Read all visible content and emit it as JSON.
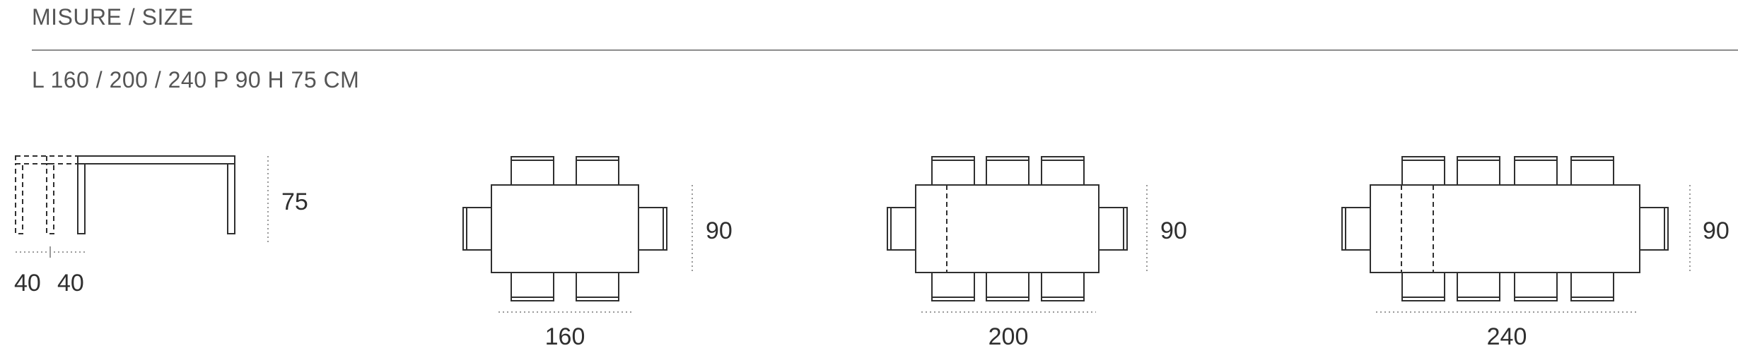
{
  "header": {
    "title": "MISURE / SIZE",
    "dimensions": "L 160 / 200 / 240 P 90 H 75 CM"
  },
  "side_view": {
    "height_label": "75",
    "extension_labels": [
      "40",
      "40"
    ]
  },
  "top_views": [
    {
      "length_label": "160",
      "depth_label": "90"
    },
    {
      "length_label": "200",
      "depth_label": "90"
    },
    {
      "length_label": "240",
      "depth_label": "90"
    }
  ]
}
